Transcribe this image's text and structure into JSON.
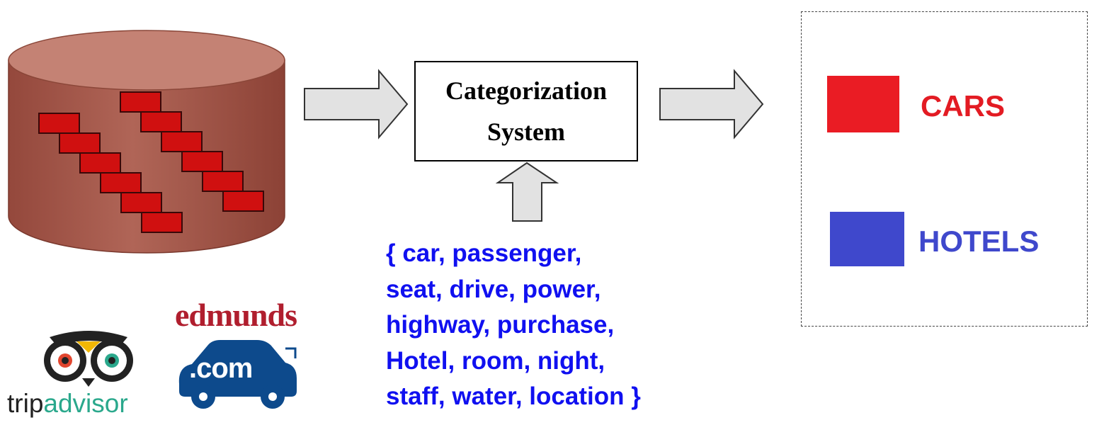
{
  "categorization_box": {
    "line1": "Categorization",
    "line2": "System"
  },
  "keywords": [
    "{ car, passenger,",
    "seat, drive, power,",
    "highway, purchase,",
    "Hotel, room, night,",
    "staff, water, location }"
  ],
  "legend": {
    "items": [
      {
        "label": "CARS",
        "color": "#ea1c24",
        "text_color": "#e31b23"
      },
      {
        "label": "HOTELS",
        "color": "#3f48cc",
        "text_color": "#3f48cc"
      }
    ]
  },
  "logos": {
    "tripadvisor": {
      "part1": "trip",
      "part2": "advisor"
    },
    "edmunds": {
      "wordmark": "edmunds",
      "badge": ".com"
    }
  },
  "colors": {
    "database_body": "#a6584a",
    "database_top": "#c48274",
    "brick": "#d01010",
    "arrow_fill": "#e2e2e2",
    "keyword_text": "#1010f0"
  }
}
